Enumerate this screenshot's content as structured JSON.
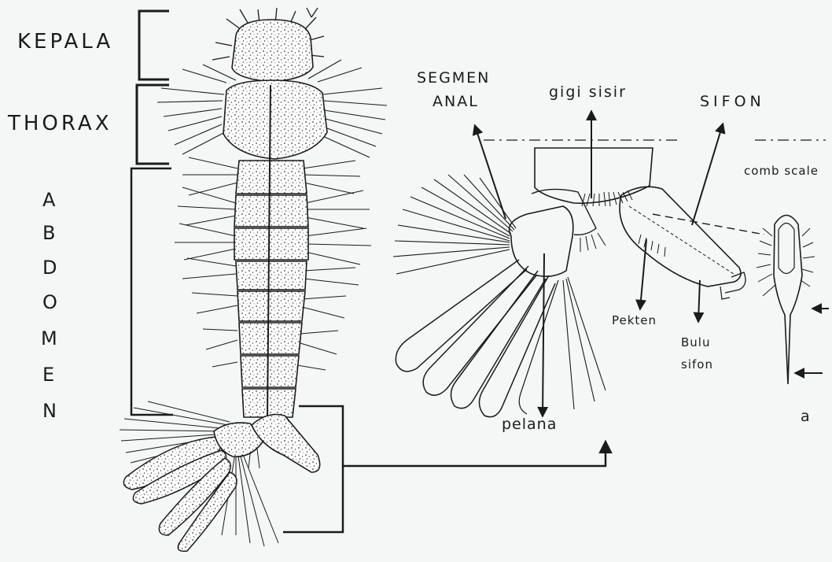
{
  "labels": {
    "kepala": "KEPALA",
    "thorax": "THORAX",
    "abdomen_letters": [
      "A",
      "B",
      "D",
      "O",
      "M",
      "E",
      "N"
    ],
    "segmen_anal": [
      "SEGMEN",
      "ANAL"
    ],
    "gigi_sisir": "gigi sisir",
    "sifon": "SIFON",
    "comb_scale": "comb scale",
    "pekten": "Pekten",
    "bulu_sifon": [
      "Bulu",
      "sifon"
    ],
    "pelana": "pelana",
    "panel_a": "a"
  },
  "colors": {
    "ink": "#1b1b1b",
    "paper": "#f4f7f6",
    "stipple": "#3a3a3a"
  }
}
